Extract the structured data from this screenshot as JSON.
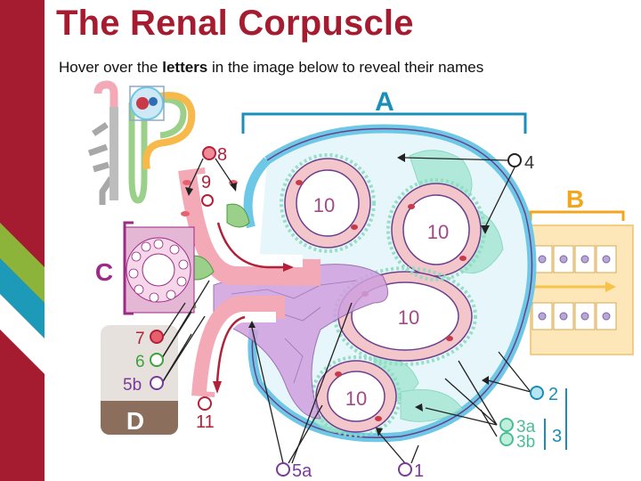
{
  "title": "The Renal Corpuscle",
  "instruction": {
    "before": "Hover over the ",
    "bold": "letters",
    "after": " in the image below to reveal their names"
  },
  "labels": {
    "A": "A",
    "B": "B",
    "C": "C",
    "D": "D",
    "n1": "1",
    "n2": "2",
    "n3": "3",
    "n3a": "3a",
    "n3b": "3b",
    "n4": "4",
    "n5a": "5a",
    "n5b": "5b",
    "n6": "6",
    "n7": "7",
    "n8": "8",
    "n9": "9",
    "n10": "10",
    "n11": "11"
  },
  "colors": {
    "title": "#a51c30",
    "accent_blue": "#1a8fb5",
    "label_A": "#1b8fb8",
    "label_B": "#f2a61c",
    "label_C": "#9c2a86",
    "label_D_bg": "#8b6e5c",
    "capillary_fill": "#f3c6cc",
    "mesangial_purple": "#cfa0de",
    "podocyte_green": "#9ee5cf",
    "capsule_blue": "#6cc8e6"
  }
}
